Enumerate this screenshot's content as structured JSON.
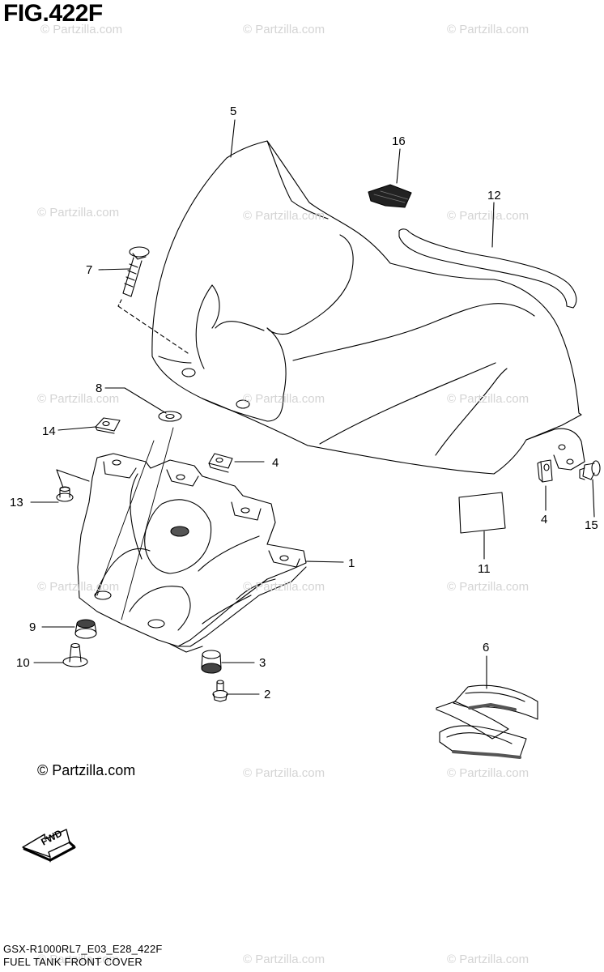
{
  "figure": {
    "title": "FIG.422F",
    "copyright": "© Partzilla.com",
    "watermark": "© Partzilla.com",
    "footer_code": "GSX-R1000RL7_E03_E28_422F",
    "footer_name": "FUEL TANK FRONT COVER",
    "fwd_label": "FWD"
  },
  "callouts": [
    "5",
    "16",
    "12",
    "7",
    "8",
    "14",
    "4",
    "13",
    "1",
    "9",
    "3",
    "10",
    "2",
    "4",
    "15",
    "11",
    "6"
  ]
}
